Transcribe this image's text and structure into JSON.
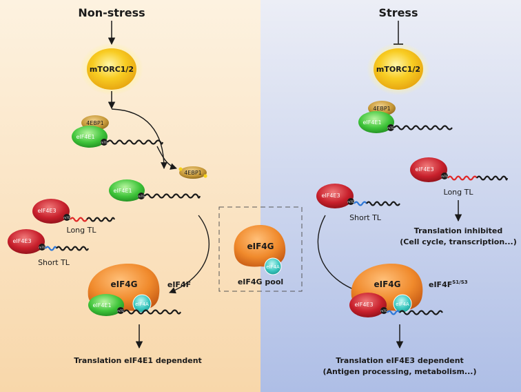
{
  "panels": {
    "left": {
      "heading": "Non-stress",
      "bg_top": "#fbe6c9",
      "bg_bottom": "#f8d9b0"
    },
    "right": {
      "heading": "Stress",
      "bg_top": "#e7e9f4",
      "bg_bottom": "#b3c3e8"
    }
  },
  "labels": {
    "mtorc_left": "mTORC1/2",
    "mtorc_right": "mTORC1/2",
    "fourebp1": "4EBP1",
    "eif4e1": "eIF4E1",
    "eif4e3": "eIF4E3",
    "eif4g": "eIF4G",
    "eif4a": "eIF4A",
    "eif4f": "eIF4F",
    "eif4f_sup_base": "eIF4F",
    "eif4f_sup": "S1/S3",
    "eif4g_pool": "eIF4G pool",
    "cap": "m7G",
    "long_tl": "Long TL",
    "short_tl": "Short TL",
    "out_left": "Translation eIF4E1 dependent",
    "out_right_1": "Translation eIF4E3 dependent",
    "out_right_2": "(Antigen processing, metabolism...)",
    "inhibited_1": "Translation inhibited",
    "inhibited_2": "(Cell cycle, transcription...)"
  },
  "colors": {
    "mtorc": "#f7c21a",
    "fourebp1": "#c89a3a",
    "eif4e1": "#3fc43a",
    "eif4e3": "#c8202c",
    "eif4g": "#f08a2c",
    "eif4a": "#3cc8c0",
    "mrna": "#1a1a1a",
    "long_tl": "#e02828",
    "short_tl": "#2e78d8"
  }
}
